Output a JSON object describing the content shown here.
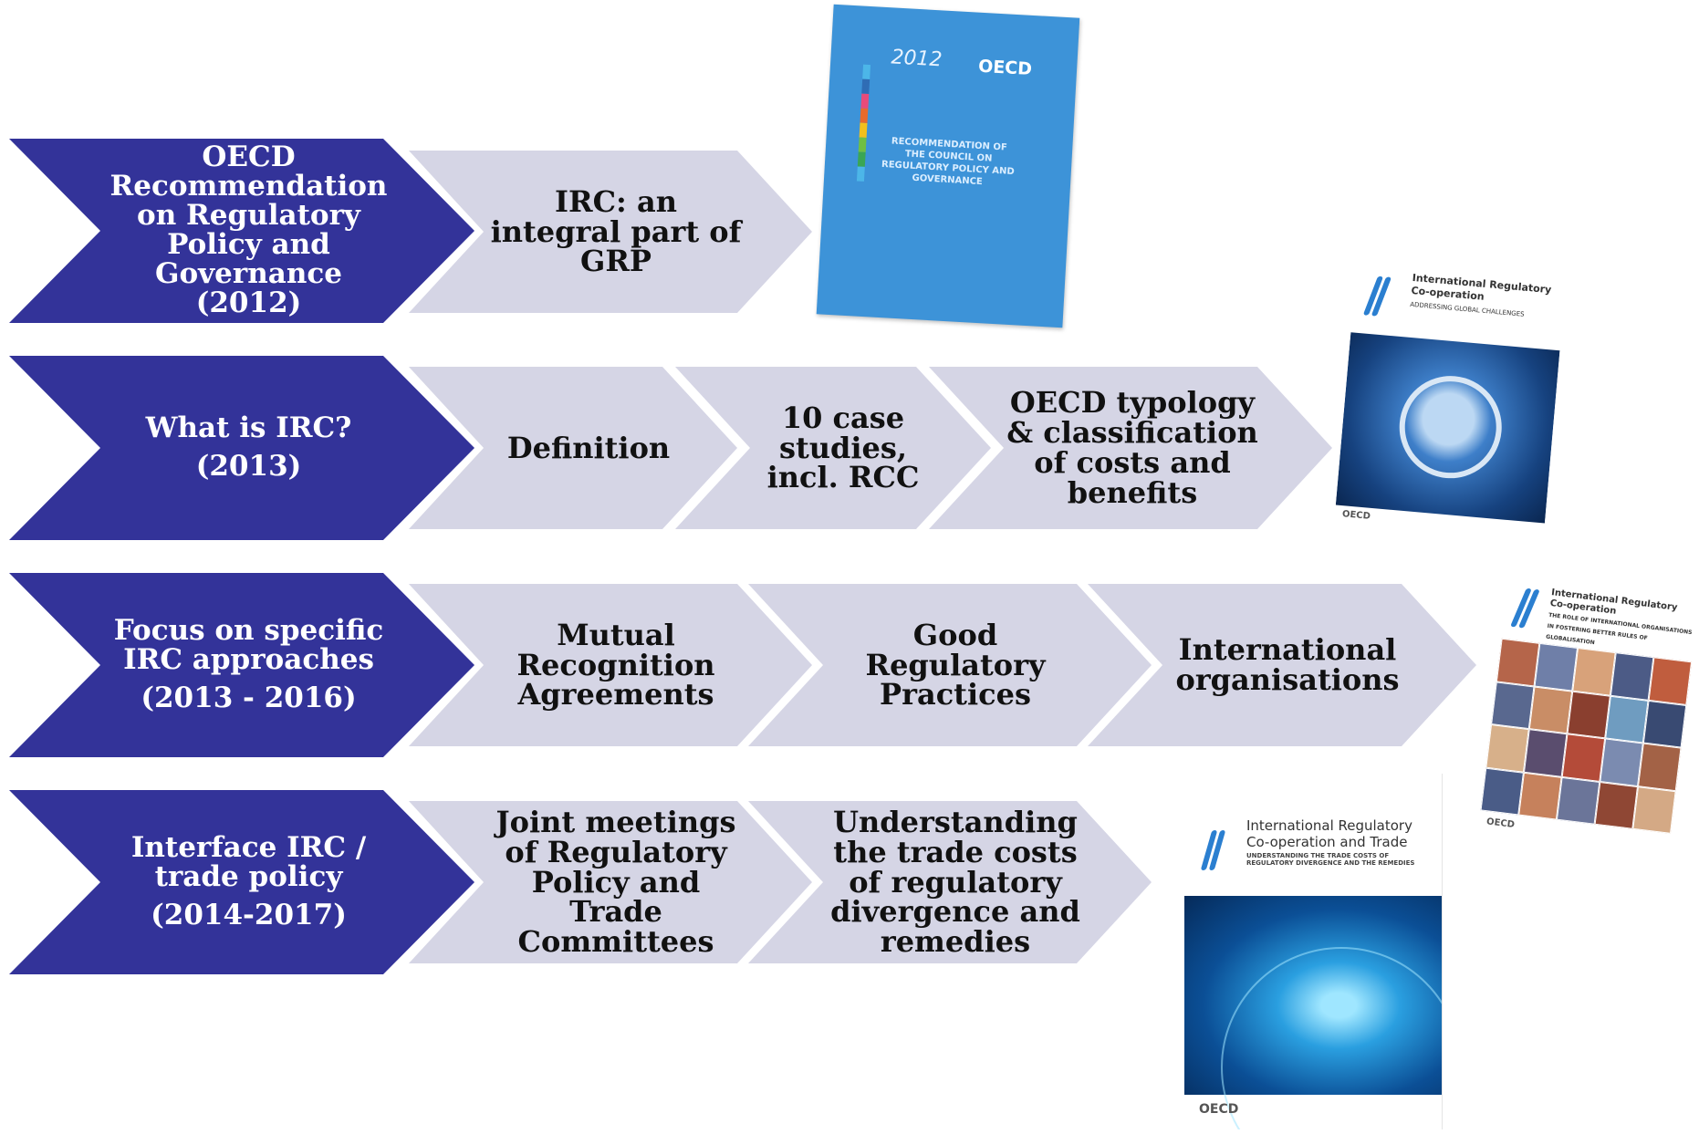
{
  "colors": {
    "main_chevron": "#333399",
    "sub_chevron": "#d5d5e5",
    "main_text": "#ffffff",
    "sub_text": "#111111"
  },
  "rows": [
    {
      "main": {
        "lines": [
          "OECD",
          "Recommendation",
          "on Regulatory",
          "Policy and",
          "Governance",
          "(2012)"
        ]
      },
      "steps": [
        {
          "lines": [
            "IRC: an",
            "integral part of",
            "GRP"
          ]
        }
      ]
    },
    {
      "main": {
        "lines": [
          "What is IRC?"
        ],
        "year": "(2013)"
      },
      "steps": [
        {
          "lines": [
            "Definition"
          ]
        },
        {
          "lines": [
            "10 case",
            "studies,",
            "incl. RCC"
          ]
        },
        {
          "lines": [
            "OECD typology",
            "& classification",
            "of costs and",
            "benefits"
          ]
        }
      ]
    },
    {
      "main": {
        "lines": [
          "Focus on specific",
          "IRC approaches"
        ],
        "year": "(2013 - 2016)"
      },
      "steps": [
        {
          "lines": [
            "Mutual",
            "Recognition",
            "Agreements"
          ]
        },
        {
          "lines": [
            "Good",
            "Regulatory",
            "Practices"
          ]
        },
        {
          "lines": [
            "International",
            "organisations"
          ]
        }
      ]
    },
    {
      "main": {
        "lines": [
          "Interface IRC /",
          "trade policy"
        ],
        "year": "(2014-2017)"
      },
      "steps": [
        {
          "lines": [
            "Joint meetings",
            "of Regulatory",
            "Policy and",
            "Trade",
            "Committees"
          ]
        },
        {
          "lines": [
            "Understanding",
            "the trade costs",
            "of regulatory",
            "divergence and",
            "remedies"
          ]
        }
      ]
    }
  ],
  "books": {
    "b1": {
      "year": "2012",
      "logo": "OECD",
      "title": "RECOMMENDATION OF THE COUNCIL ON REGULATORY POLICY AND GOVERNANCE"
    },
    "b2": {
      "title": "International Regulatory Co-operation",
      "subtitle": "ADDRESSING GLOBAL CHALLENGES",
      "footer": "OECD"
    },
    "b3": {
      "title": "International Regulatory Co-operation",
      "subtitle": "THE ROLE OF INTERNATIONAL ORGANISATIONS IN FOSTERING BETTER RULES OF GLOBALISATION",
      "footer": "OECD"
    },
    "b4": {
      "title": "International Regulatory Co-operation and Trade",
      "subtitle": "UNDERSTANDING THE TRADE COSTS OF REGULATORY DIVERGENCE AND THE REMEDIES",
      "footer": "OECD"
    }
  }
}
